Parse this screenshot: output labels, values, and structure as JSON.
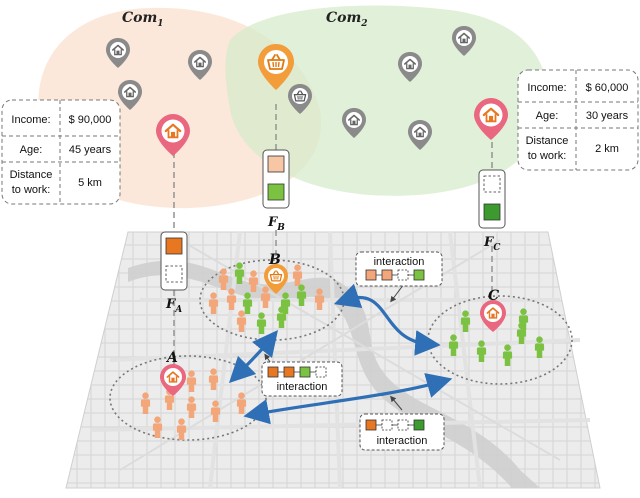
{
  "communities": {
    "com1": {
      "base": "Com",
      "sub": "1"
    },
    "com2": {
      "base": "Com",
      "sub": "2"
    }
  },
  "info_left": {
    "income_label": "Income:",
    "income_value": "$ 90,000",
    "age_label": "Age:",
    "age_value": "45 years",
    "distance_label_1": "Distance",
    "distance_label_2": "to work:",
    "distance_value": "5 km"
  },
  "info_right": {
    "income_label": "Income:",
    "income_value": "$ 60,000",
    "age_label": "Age:",
    "age_value": "30 years",
    "distance_label_1": "Distance",
    "distance_label_2": "to work:",
    "distance_value": "2 km"
  },
  "features": {
    "fa": {
      "base": "F",
      "sub": "A"
    },
    "fb": {
      "base": "F",
      "sub": "B"
    },
    "fc": {
      "base": "F",
      "sub": "C"
    }
  },
  "nodes": {
    "a": "A",
    "b": "B",
    "c": "C"
  },
  "interaction_labels": {
    "top": "interaction",
    "middle": "interaction",
    "bottom": "interaction"
  },
  "colors": {
    "orange_feature": "#e87722",
    "green_feature": "#3c9a2e",
    "person_orange": "#f2a679",
    "person_green": "#7cc242",
    "home_pin": "#e9677f",
    "gray_pin": "#8a8a8a",
    "shop_pin": "#f39c3a",
    "com1_region": "#fbe6d6",
    "com2_region": "#e1efd7",
    "arrow_blue": "#2f6fb5"
  }
}
